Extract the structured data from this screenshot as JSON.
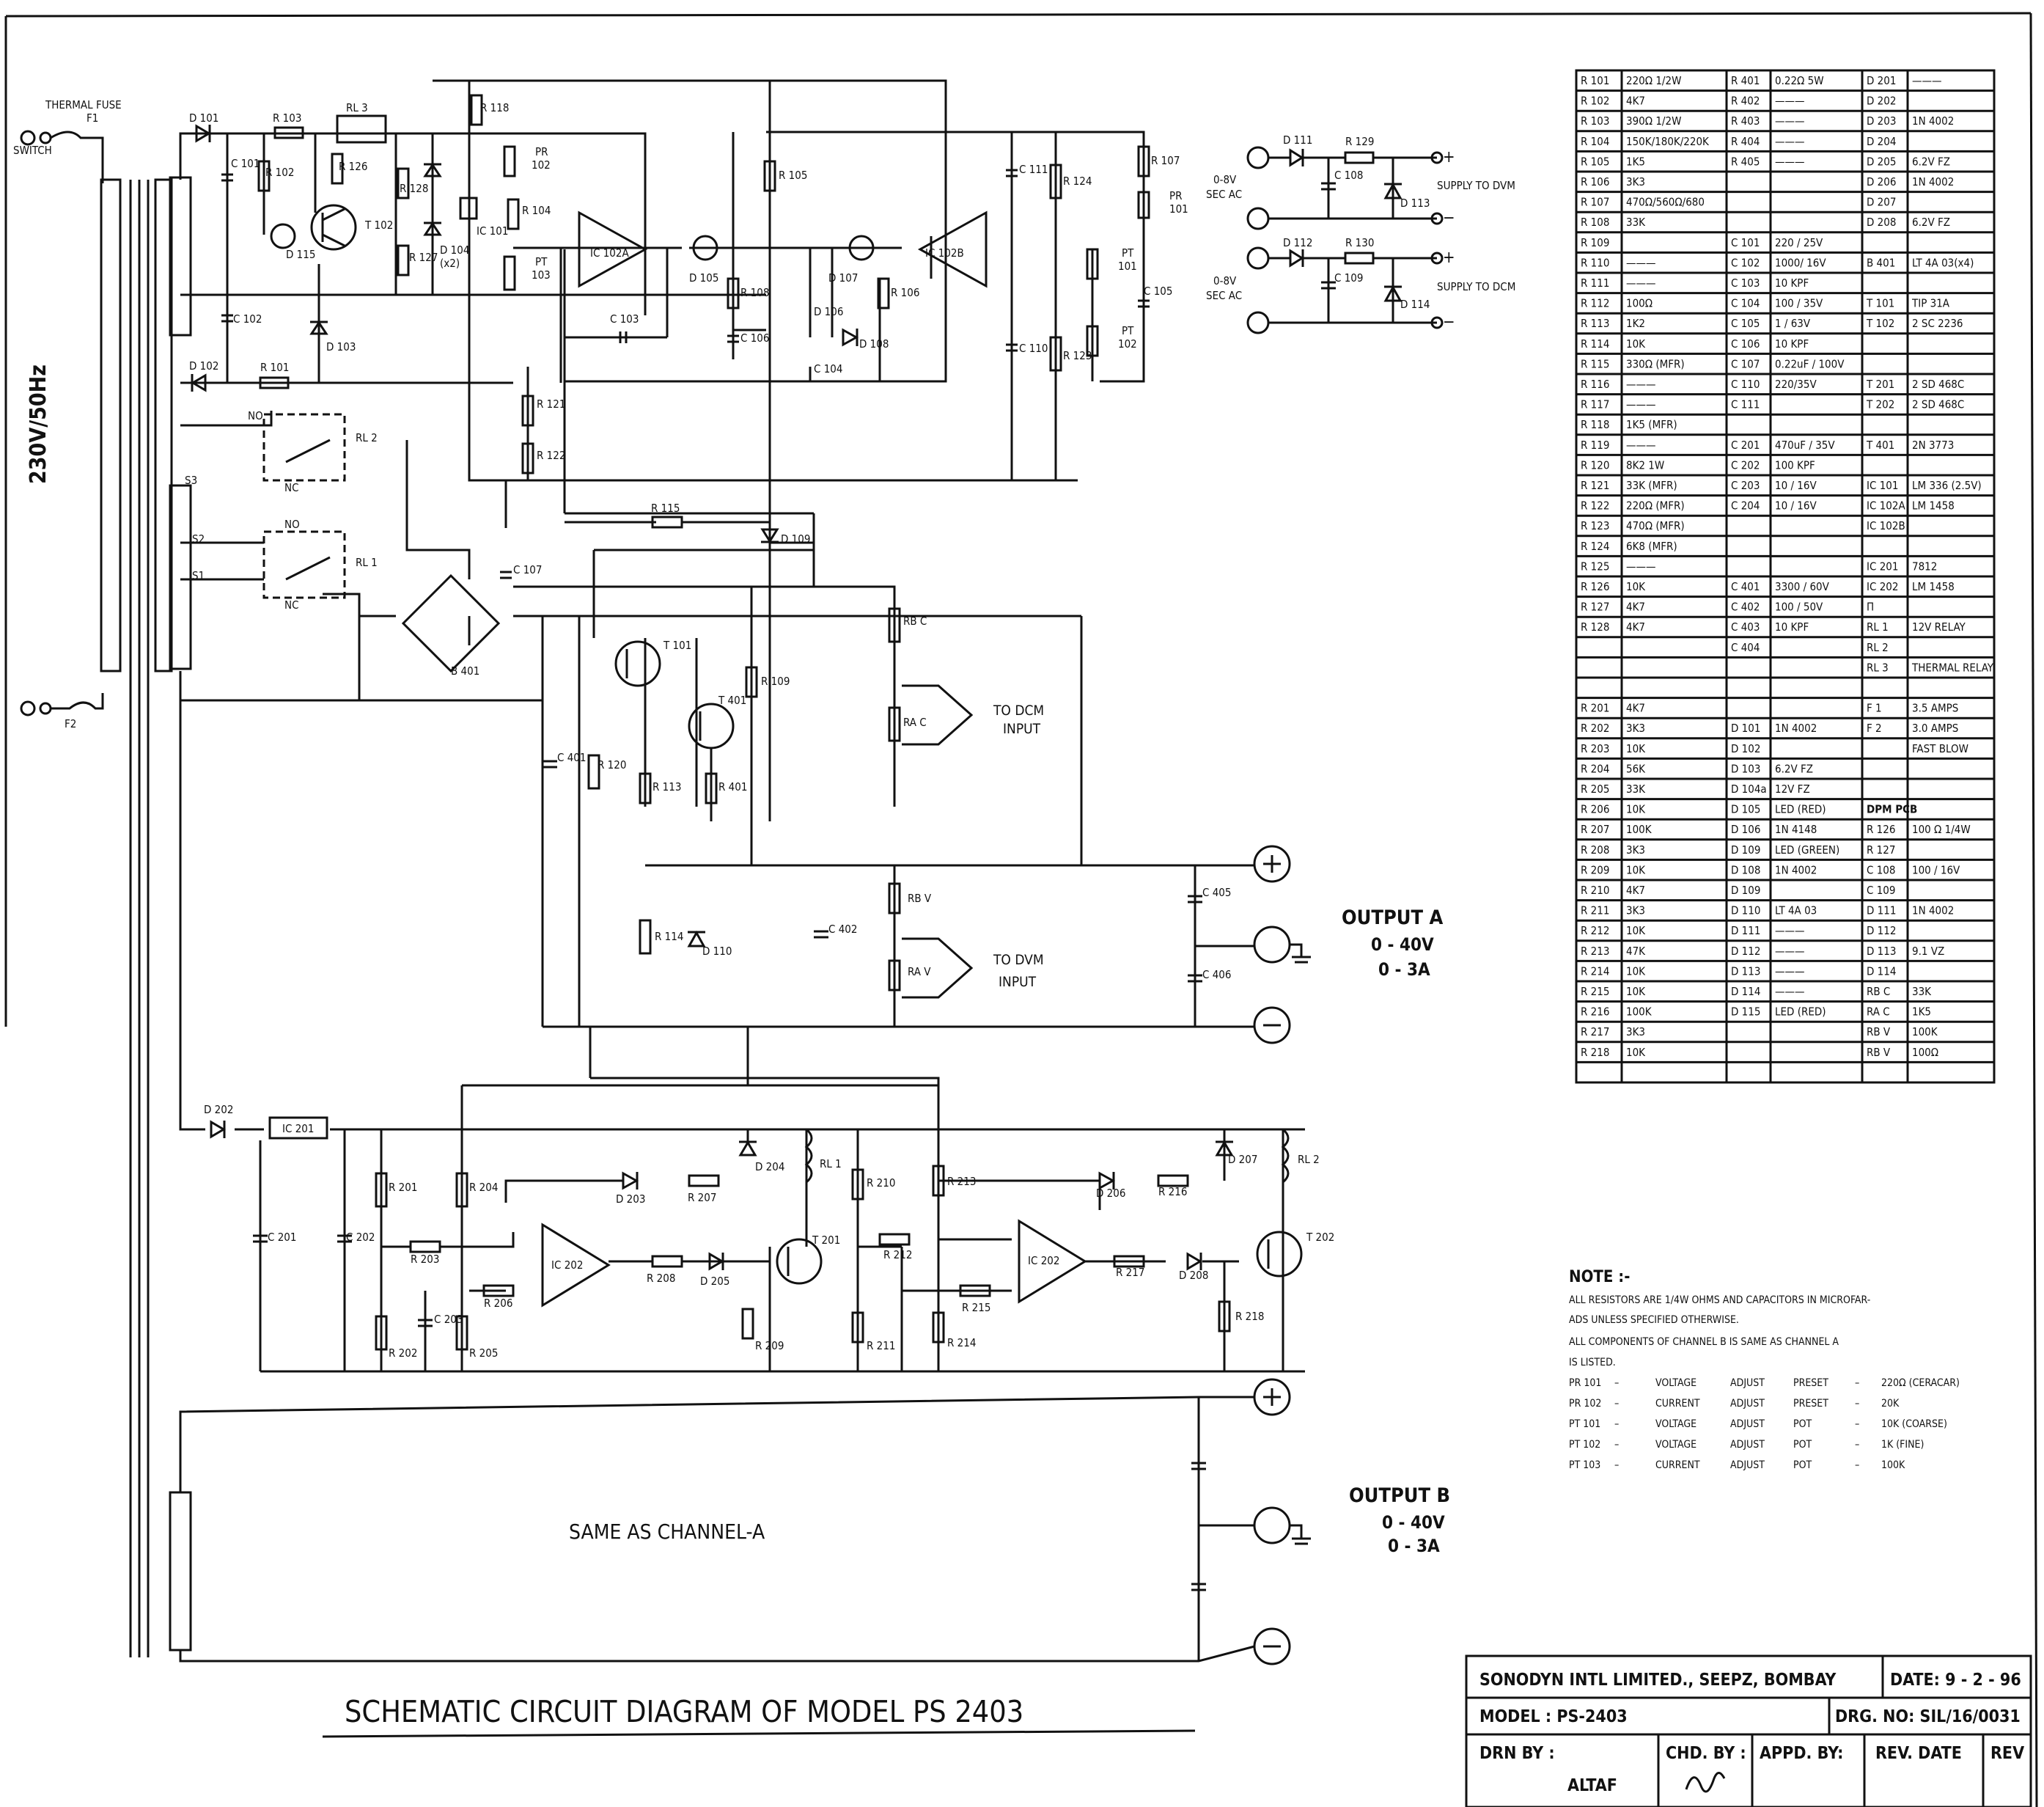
{
  "supply": {
    "mains": "230V/50Hz",
    "thermal_fuse": "THERMAL FUSE",
    "f1": "F1",
    "f2": "F2",
    "switch": "SWITCH"
  },
  "labels": {
    "top": [
      "D 101",
      "R 103",
      "RL 3",
      "R 118",
      "C 101",
      "R 102",
      "R 126",
      "R 128",
      "D 104",
      "(x2)",
      "R 127",
      "T 102",
      "D 115",
      "D 103",
      "C 102",
      "D 102",
      "R 101",
      "PR",
      "102",
      "R 104",
      "IC 101",
      "PT",
      "103",
      "IC 102A",
      "D 105",
      "R 108",
      "R 105",
      "C 103",
      "C 106",
      "D 106",
      "D 107",
      "D 108",
      "C 104",
      "R 106",
      "IC 102B",
      "C 111",
      "R 124",
      "R 107",
      "PR",
      "101",
      "C 105",
      "C 110",
      "R 123",
      "PT",
      "101",
      "PT",
      "102",
      "R 121",
      "R 122"
    ],
    "middle": [
      "RL 2",
      "RL 1",
      "NO",
      "NC",
      "NO",
      "NC",
      "S3",
      "S2",
      "S1",
      "R 115",
      "D 109",
      "C 107",
      "B 401",
      "T 101",
      "T 401",
      "R 109",
      "RB C",
      "RA C",
      "TO DCM",
      "INPUT",
      "C 401",
      "R 120",
      "R 113",
      "R 401",
      "R 114",
      "D 110",
      "C 402",
      "RB V",
      "RA V",
      "TO DVM",
      "INPUT",
      "C 405",
      "C 406"
    ],
    "lower": [
      "D 202",
      "IC 201",
      "R 201",
      "R 204",
      "C 201",
      "C 202",
      "R 203",
      "R 206",
      "C 203",
      "R 202",
      "R 205",
      "IC 202",
      "D 203",
      "R 207",
      "D 204",
      "RL 1",
      "R 208",
      "D 205",
      "T 201",
      "R 209",
      "R 210",
      "R 211",
      "R 212",
      "R 213",
      "R 214",
      "R 215",
      "IC 202",
      "D 206",
      "R 216",
      "D 207",
      "RL 2",
      "R 217",
      "D 208",
      "T 202",
      "R 218"
    ],
    "dvm_supply": [
      "D 111",
      "R 129",
      "C 108",
      "D 113",
      "0-8V",
      "SEC AC",
      "SUPPLY TO DVM"
    ],
    "dcm_supply": [
      "D 112",
      "R 130",
      "C 109",
      "D 114",
      "0-8V",
      "SEC AC",
      "SUPPLY TO DCM"
    ],
    "same_as": "SAME AS CHANNEL-A"
  },
  "outputs": {
    "a": {
      "title": "OUTPUT A",
      "v": "0 - 40V",
      "i": "0 - 3A"
    },
    "b": {
      "title": "OUTPUT B",
      "v": "0 - 40V",
      "i": "0 - 3A"
    }
  },
  "parts_table": [
    [
      "R 101",
      "220Ω 1/2W",
      "R 401",
      "0.22Ω 5W",
      "D 201",
      "———"
    ],
    [
      "R 102",
      "4K7",
      "R 402",
      "———",
      "D 202",
      ""
    ],
    [
      "R 103",
      "390Ω 1/2W",
      "R 403",
      "———",
      "D 203",
      "1N 4002"
    ],
    [
      "R 104",
      "150K/180K/220K",
      "R 404",
      "———",
      "D 204",
      ""
    ],
    [
      "R 105",
      "1K5",
      "R 405",
      "———",
      "D 205",
      "6.2V FZ"
    ],
    [
      "R 106",
      "3K3",
      "",
      "",
      "D 206",
      "1N 4002"
    ],
    [
      "R 107",
      "470Ω/560Ω/680",
      "",
      "",
      "D 207",
      ""
    ],
    [
      "R 108",
      "33K",
      "",
      "",
      "D 208",
      "6.2V FZ"
    ],
    [
      "R 109",
      "",
      "C 101",
      "220 / 25V",
      "",
      ""
    ],
    [
      "R 110",
      "———",
      "C 102",
      "1000/ 16V",
      "B 401",
      "LT 4A 03(x4)"
    ],
    [
      "R 111",
      "———",
      "C 103",
      "10 KPF",
      "",
      ""
    ],
    [
      "R 112",
      "100Ω",
      "C 104",
      "100 / 35V",
      "T 101",
      "TIP 31A"
    ],
    [
      "R 113",
      "1K2",
      "C 105",
      "1 / 63V",
      "T 102",
      "2 SC 2236"
    ],
    [
      "R 114",
      "10K",
      "C 106",
      "10 KPF",
      "",
      ""
    ],
    [
      "R 115",
      "330Ω (MFR)",
      "C 107",
      "0.22uF / 100V",
      "",
      ""
    ],
    [
      "R 116",
      "———",
      "C 110",
      "220/35V",
      "T 201",
      "2 SD 468C"
    ],
    [
      "R 117",
      "———",
      "C 111",
      "",
      "T 202",
      "2 SD 468C"
    ],
    [
      "R 118",
      "1K5 (MFR)",
      "",
      "",
      "",
      ""
    ],
    [
      "R 119",
      "———",
      "C 201",
      "470uF / 35V",
      "T 401",
      "2N 3773"
    ],
    [
      "R 120",
      "8K2 1W",
      "C 202",
      "100 KPF",
      "",
      ""
    ],
    [
      "R 121",
      "33K (MFR)",
      "C 203",
      "10 / 16V",
      "IC 101",
      "LM 336 (2.5V)"
    ],
    [
      "R 122",
      "220Ω (MFR)",
      "C 204",
      "10 / 16V",
      "IC 102A",
      "LM 1458"
    ],
    [
      "R 123",
      "470Ω (MFR)",
      "",
      "",
      "IC 102B",
      ""
    ],
    [
      "R 124",
      "6K8 (MFR)",
      "",
      "",
      "",
      ""
    ],
    [
      "R 125",
      "———",
      "",
      "",
      "IC 201",
      "7812"
    ],
    [
      "R 126",
      "10K",
      "C 401",
      "3300 / 60V",
      "IC 202",
      "LM 1458"
    ],
    [
      "R 127",
      "4K7",
      "C 402",
      "100 / 50V",
      "Π",
      ""
    ],
    [
      "R 128",
      "4K7",
      "C 403",
      "10 KPF",
      "RL 1",
      "12V RELAY"
    ],
    [
      "",
      "",
      "C 404",
      "",
      "RL 2",
      ""
    ],
    [
      "",
      "",
      "",
      "",
      "RL 3",
      "THERMAL RELAY"
    ],
    [
      "",
      "",
      "",
      "",
      "",
      ""
    ],
    [
      "R 201",
      "4K7",
      "",
      "",
      "F 1",
      "3.5 AMPS"
    ],
    [
      "R 202",
      "3K3",
      "D 101",
      "1N 4002",
      "F 2",
      "3.0 AMPS"
    ],
    [
      "R 203",
      "10K",
      "D 102",
      "",
      "",
      "FAST BLOW"
    ],
    [
      "R 204",
      "56K",
      "D 103",
      "6.2V FZ",
      "",
      ""
    ],
    [
      "R 205",
      "33K",
      "D 104a",
      "12V FZ",
      "",
      ""
    ],
    [
      "R 206",
      "10K",
      "D 105",
      "LED (RED)",
      "DPM PCB",
      ""
    ],
    [
      "R 207",
      "100K",
      "D 106",
      "1N 4148",
      "R 126",
      "100 Ω 1/4W"
    ],
    [
      "R 208",
      "3K3",
      "D 109",
      "LED (GREEN)",
      "R 127",
      ""
    ],
    [
      "R 209",
      "10K",
      "D 108",
      "1N 4002",
      "C 108",
      "100 / 16V"
    ],
    [
      "R 210",
      "4K7",
      "D 109",
      "",
      "C 109",
      ""
    ],
    [
      "R 211",
      "3K3",
      "D 110",
      "LT 4A 03",
      "D 111",
      "1N 4002"
    ],
    [
      "R 212",
      "10K",
      "D 111",
      "———",
      "D 112",
      ""
    ],
    [
      "R 213",
      "47K",
      "D 112",
      "———",
      "D 113",
      "9.1 VZ"
    ],
    [
      "R 214",
      "10K",
      "D 113",
      "———",
      "D 114",
      ""
    ],
    [
      "R 215",
      "10K",
      "D 114",
      "———",
      "RB C",
      "33K"
    ],
    [
      "R 216",
      "100K",
      "D 115",
      "LED (RED)",
      "RA C",
      "1K5"
    ],
    [
      "R 217",
      "3K3",
      "",
      "",
      "RB V",
      "100K"
    ],
    [
      "R 218",
      "10K",
      "",
      "",
      "RB V",
      "100Ω"
    ],
    [
      "",
      "",
      "",
      "",
      "",
      ""
    ]
  ],
  "notes": {
    "heading": "NOTE :-",
    "lines": [
      "ALL RESISTORS ARE 1/4W OHMS AND CAPACITORS IN MICROFAR-",
      "ADS UNLESS SPECIFIED OTHERWISE.",
      "ALL COMPONENTS OF CHANNEL B IS SAME AS CHANNEL A",
      "IS LISTED."
    ],
    "presets": [
      [
        "PR 101",
        "VOLTAGE",
        "ADJUST",
        "PRESET",
        "220Ω (CERACAR)"
      ],
      [
        "PR 102",
        "CURRENT",
        "ADJUST",
        "PRESET",
        "20K"
      ],
      [
        "PT 101",
        "VOLTAGE",
        "ADJUST",
        "POT",
        "10K (COARSE)"
      ],
      [
        "PT 102",
        "VOLTAGE",
        "ADJUST",
        "POT",
        "1K (FINE)"
      ],
      [
        "PT 103",
        "CURRENT",
        "ADJUST",
        "POT",
        "100K"
      ]
    ]
  },
  "title": "SCHEMATIC CIRCUIT DIAGRAM OF MODEL PS 2403",
  "title_block": {
    "company": "SONODYN INTL LIMITED., SEEPZ, BOMBAY",
    "date": "DATE: 9 - 2 - 96",
    "model": "MODEL : PS-2403",
    "drg_no": "DRG. NO: SIL/16/0031",
    "drn_by": "DRN BY :",
    "drn_name": "ALTAF",
    "chd_by": "CHD. BY :",
    "appd_by": "APPD. BY:",
    "rev_date": "REV. DATE",
    "rev": "REV"
  }
}
